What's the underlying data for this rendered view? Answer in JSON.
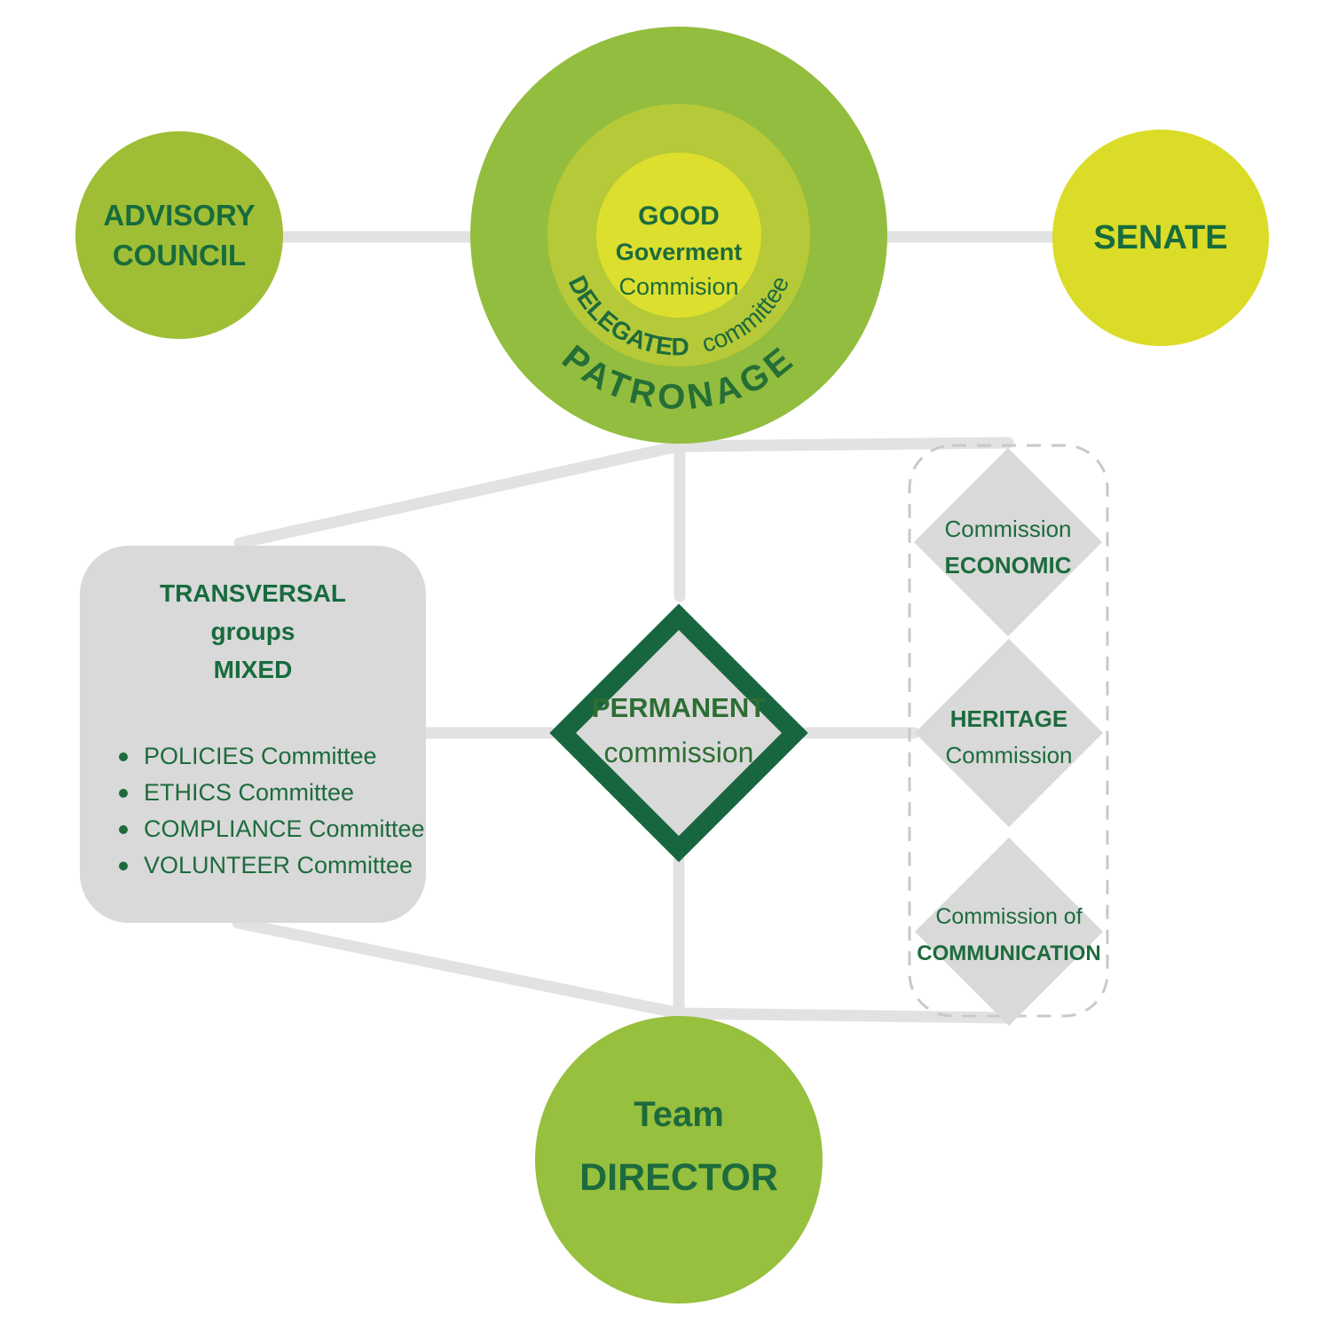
{
  "colors": {
    "background": "#ffffff",
    "connector": "#e2e2e2",
    "panel_gray": "#d9d9d9",
    "dark_green_text": "#1d6b3d",
    "permanent_border": "#17663f",
    "advisory_fill": "#9fbe35",
    "senate_fill": "#dbdc27",
    "director_fill": "#96c03d",
    "patronage_outer": "#93bd3e",
    "patronage_middle": "#b6c938",
    "patronage_inner": "#dcdf2e",
    "dashed_outline": "#c9c9c9"
  },
  "nodes": {
    "advisory": {
      "line1": "ADVISORY",
      "line2": "COUNCIL"
    },
    "senate": {
      "label": "SENATE"
    },
    "patronage": {
      "core_line1": "GOOD",
      "core_line2": "Goverment",
      "core_line3": "Commision",
      "arc_bold": "DELEGATED",
      "arc_regular": "committee",
      "outer_arc": "PATRONAGE"
    },
    "transversal": {
      "title_line1": "TRANSVERSAL",
      "title_line2": "groups",
      "title_line3": "MIXED",
      "items": [
        "POLICIES Committee",
        "ETHICS Committee",
        "COMPLIANCE Committee",
        "VOLUNTEER Committee"
      ]
    },
    "permanent": {
      "line1": "PERMANENT",
      "line2": "commission"
    },
    "economic": {
      "line1": "Commission",
      "line2": "ECONOMIC"
    },
    "heritage": {
      "line1": "HERITAGE",
      "line2": "Commission"
    },
    "communication": {
      "line1": "Commission of",
      "line2": "COMMUNICATION"
    },
    "director": {
      "line1": "Team",
      "line2": "DIRECTOR"
    }
  }
}
